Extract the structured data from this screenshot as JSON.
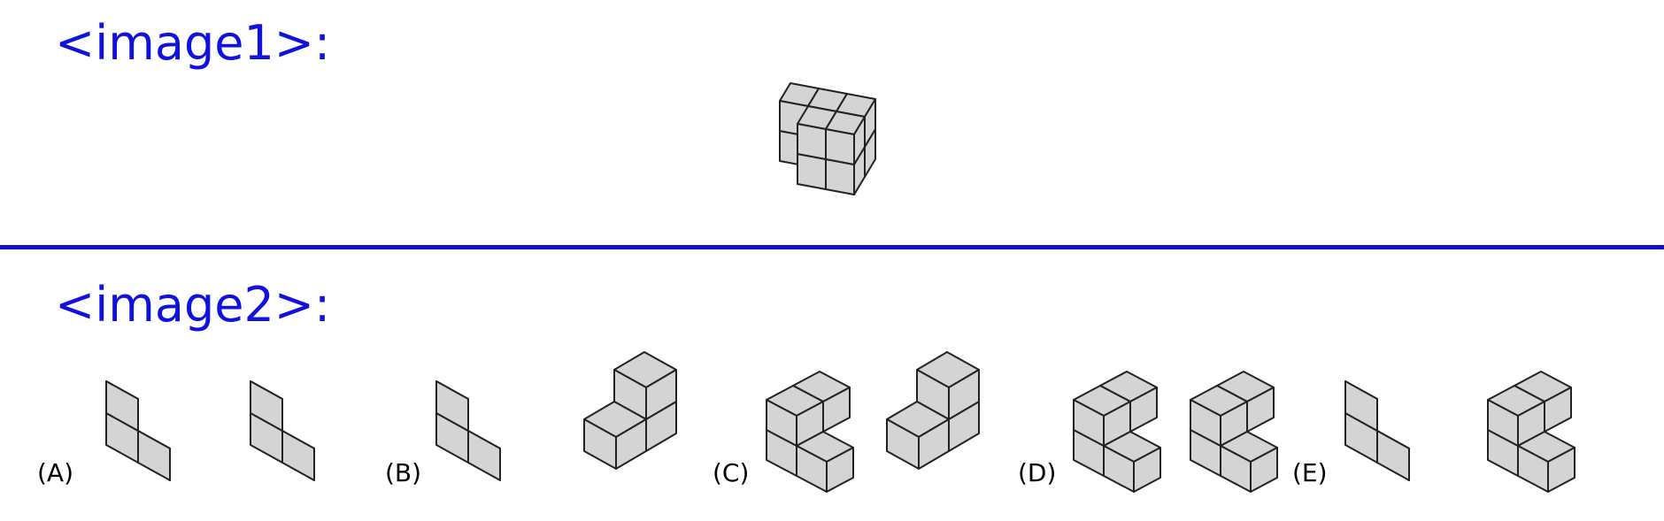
{
  "labels": {
    "image1": "<image1>:",
    "image2": "<image2>:"
  },
  "options": [
    "(A)",
    "(B)",
    "(C)",
    "(D)",
    "(E)"
  ],
  "colors": {
    "label": "#1111dd",
    "divider": "#1111cc",
    "cube_fill": "#d4d4d4",
    "cube_stroke": "#222222"
  }
}
